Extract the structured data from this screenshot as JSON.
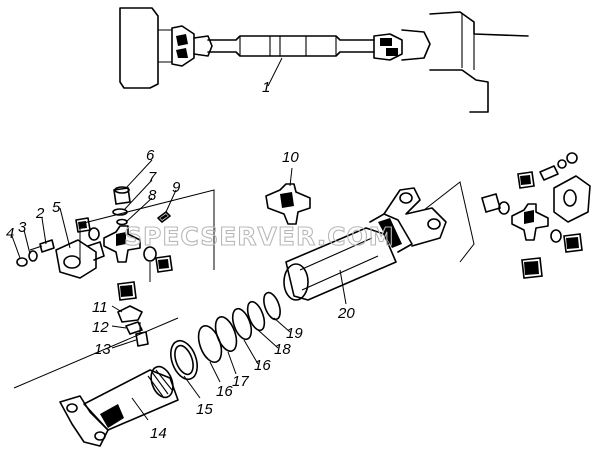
{
  "watermark": "SPECSERVER.COM",
  "callouts": [
    "1",
    "2",
    "3",
    "4",
    "5",
    "6",
    "7",
    "8",
    "9",
    "10",
    "11",
    "12",
    "13",
    "14",
    "15",
    "16",
    "16",
    "17",
    "18",
    "19",
    "20"
  ]
}
